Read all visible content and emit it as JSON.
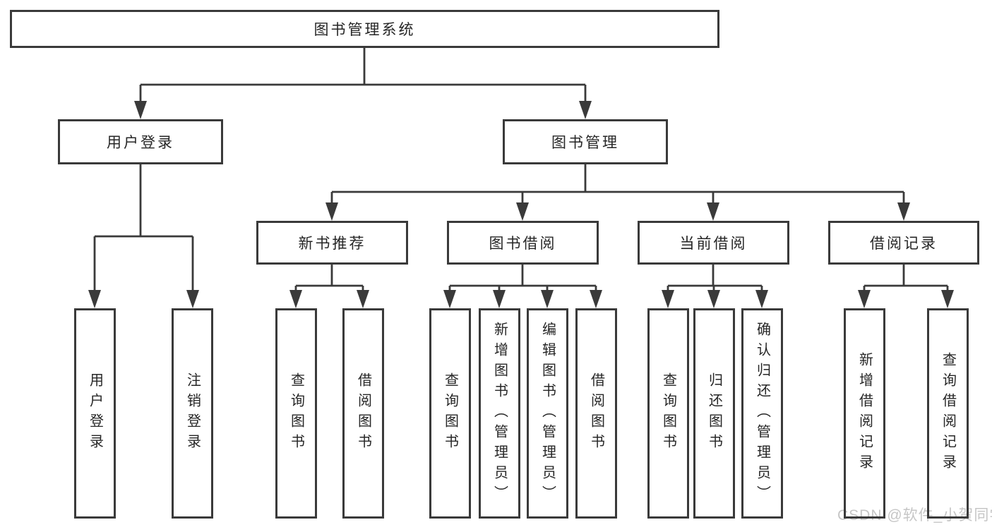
{
  "diagram": {
    "title": "图书管理系统",
    "branches": [
      {
        "label": "用户登录",
        "children": [
          "用户登录",
          "注销登录"
        ]
      },
      {
        "label": "图书管理",
        "children": [
          {
            "label": "新书推荐",
            "children": [
              "查询图书",
              "借阅图书"
            ]
          },
          {
            "label": "图书借阅",
            "children": [
              "查询图书",
              "新增图书（管理员）",
              "编辑图书（管理员）",
              "借阅图书"
            ]
          },
          {
            "label": "当前借阅",
            "children": [
              "查询图书",
              "归还图书",
              "确认归还（管理员）"
            ]
          },
          {
            "label": "借阅记录",
            "children": [
              "新增借阅记录",
              "查询借阅记录"
            ]
          }
        ]
      }
    ]
  },
  "watermark": {
    "text": "CSDN @软件_小贺同学"
  },
  "colors": {
    "line": "#3a3a3a",
    "text": "#262626",
    "watermark": "#c6c6c6",
    "background": "#ffffff"
  }
}
